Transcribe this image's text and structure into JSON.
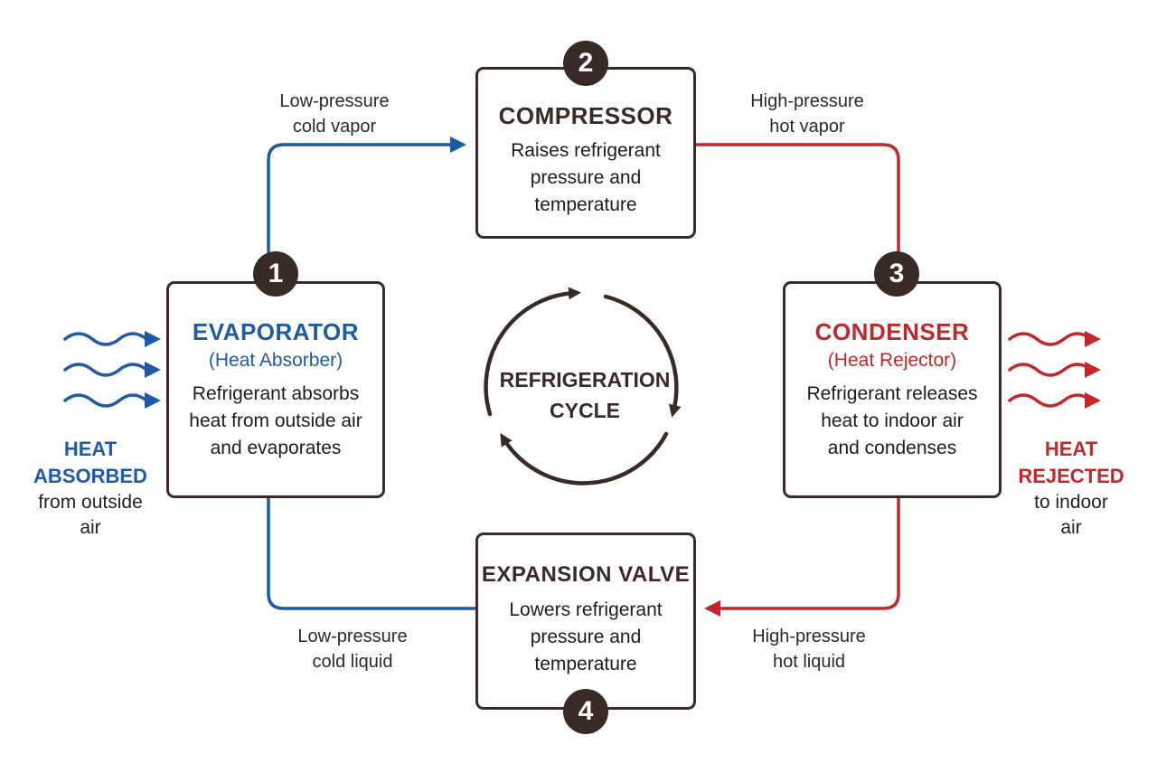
{
  "colors": {
    "cold": "#1e5aa8",
    "hot": "#c0282b",
    "dark": "#3a2a26"
  },
  "center": {
    "cycle_line1": "REFRIGERATION",
    "cycle_line2": "CYCLE"
  },
  "components": {
    "compressor": {
      "number": "2",
      "title": "COMPRESSOR",
      "desc_lines": [
        "Raises refrigerant",
        "pressure and",
        "temperature"
      ]
    },
    "evaporator": {
      "number": "1",
      "title": "EVAPORATOR",
      "subtitle": "(Heat Absorber)",
      "desc_lines": [
        "Refrigerant absorbs",
        "heat from outside air",
        "and evaporates"
      ]
    },
    "condenser": {
      "number": "3",
      "title": "CONDENSER",
      "subtitle": "(Heat Rejector)",
      "desc_lines": [
        "Refrigerant releases",
        "heat to indoor air",
        "and condenses"
      ]
    },
    "expansion_valve": {
      "number": "4",
      "title": "EXPANSION VALVE",
      "desc_lines": [
        "Lowers refrigerant",
        "pressure and",
        "temperature"
      ]
    }
  },
  "flows": {
    "low_pressure_vapor": [
      "Low-pressure",
      "cold vapor"
    ],
    "high_pressure_vapor": [
      "High-pressure",
      "hot vapor"
    ],
    "low_pressure_liquid": [
      "Low-pressure",
      "cold liquid"
    ],
    "high_pressure_liquid": [
      "High-pressure",
      "hot liquid"
    ]
  },
  "side": {
    "absorbed": {
      "line1": "HEAT",
      "line2": "ABSORBED",
      "line3": "from outside",
      "line4": "air"
    },
    "rejected": {
      "line1": "HEAT",
      "line2": "REJECTED",
      "line3": "to indoor",
      "line4": "air"
    }
  }
}
